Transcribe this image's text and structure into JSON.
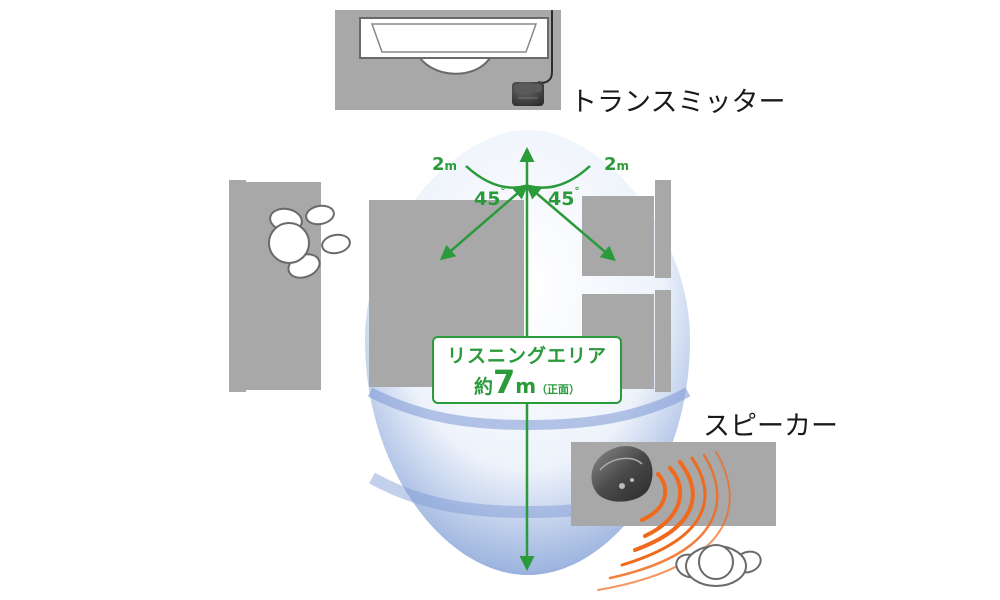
{
  "labels": {
    "transmitter": "トランスミッター",
    "speaker": "スピーカー"
  },
  "distances": {
    "left": {
      "value": "2",
      "unit": "m"
    },
    "right": {
      "value": "2",
      "unit": "m"
    }
  },
  "angles": {
    "left": {
      "value": "45",
      "unit": "°"
    },
    "right": {
      "value": "45",
      "unit": "°"
    }
  },
  "listening_area": {
    "title": "リスニングエリア",
    "prefix": "約",
    "value": "7",
    "unit": "m",
    "note": "（正面）"
  },
  "colors": {
    "arrow_green": "#2a9a3a",
    "furniture_gray": "#a8a8a8",
    "wave_orange": "#f06a1e",
    "area_blue": "#5b7fc7"
  }
}
